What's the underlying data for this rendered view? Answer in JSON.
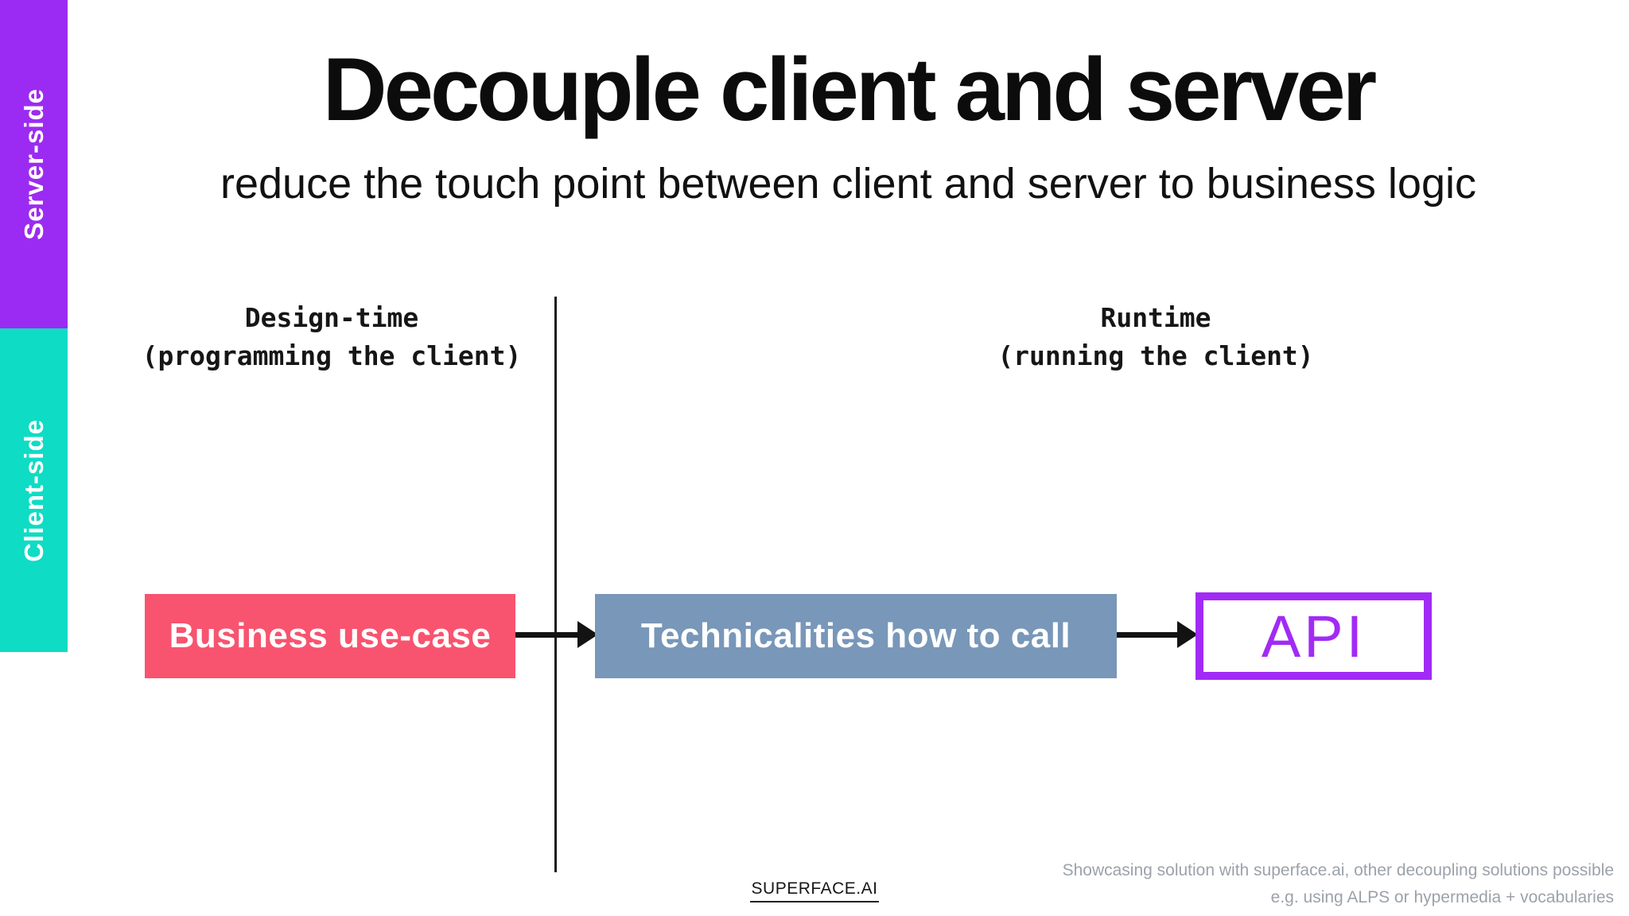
{
  "sidebar": {
    "server_label": "Server-side",
    "server_color": "#9b2bf2",
    "client_label": "Client-side",
    "client_color": "#0edcc4"
  },
  "header": {
    "title": "Decouple client and server",
    "subtitle": "reduce the touch point between client and server to business logic"
  },
  "columns": {
    "left": {
      "title": "Design-time",
      "subtitle": "(programming the client)"
    },
    "right": {
      "title": "Runtime",
      "subtitle": "(running the client)"
    }
  },
  "flow": {
    "nodes": [
      {
        "label": "Business use-case",
        "color": "#f8546f",
        "text_color": "#ffffff"
      },
      {
        "label": "Technicalities how to call",
        "color": "#7897b9",
        "text_color": "#ffffff"
      },
      {
        "label": "API",
        "color": "#a12bf5",
        "text_color": "#a12bf5"
      }
    ],
    "arrow_color": "#131313",
    "divider_color": "#1b1b1b"
  },
  "footer": {
    "brand": "SUPERFACE.AI",
    "note_line1": "Showcasing solution with superface.ai, other decoupling solutions possible",
    "note_line2": "e.g. using ALPS or hypermedia + vocabularies",
    "note_color": "#9ca2aa"
  }
}
